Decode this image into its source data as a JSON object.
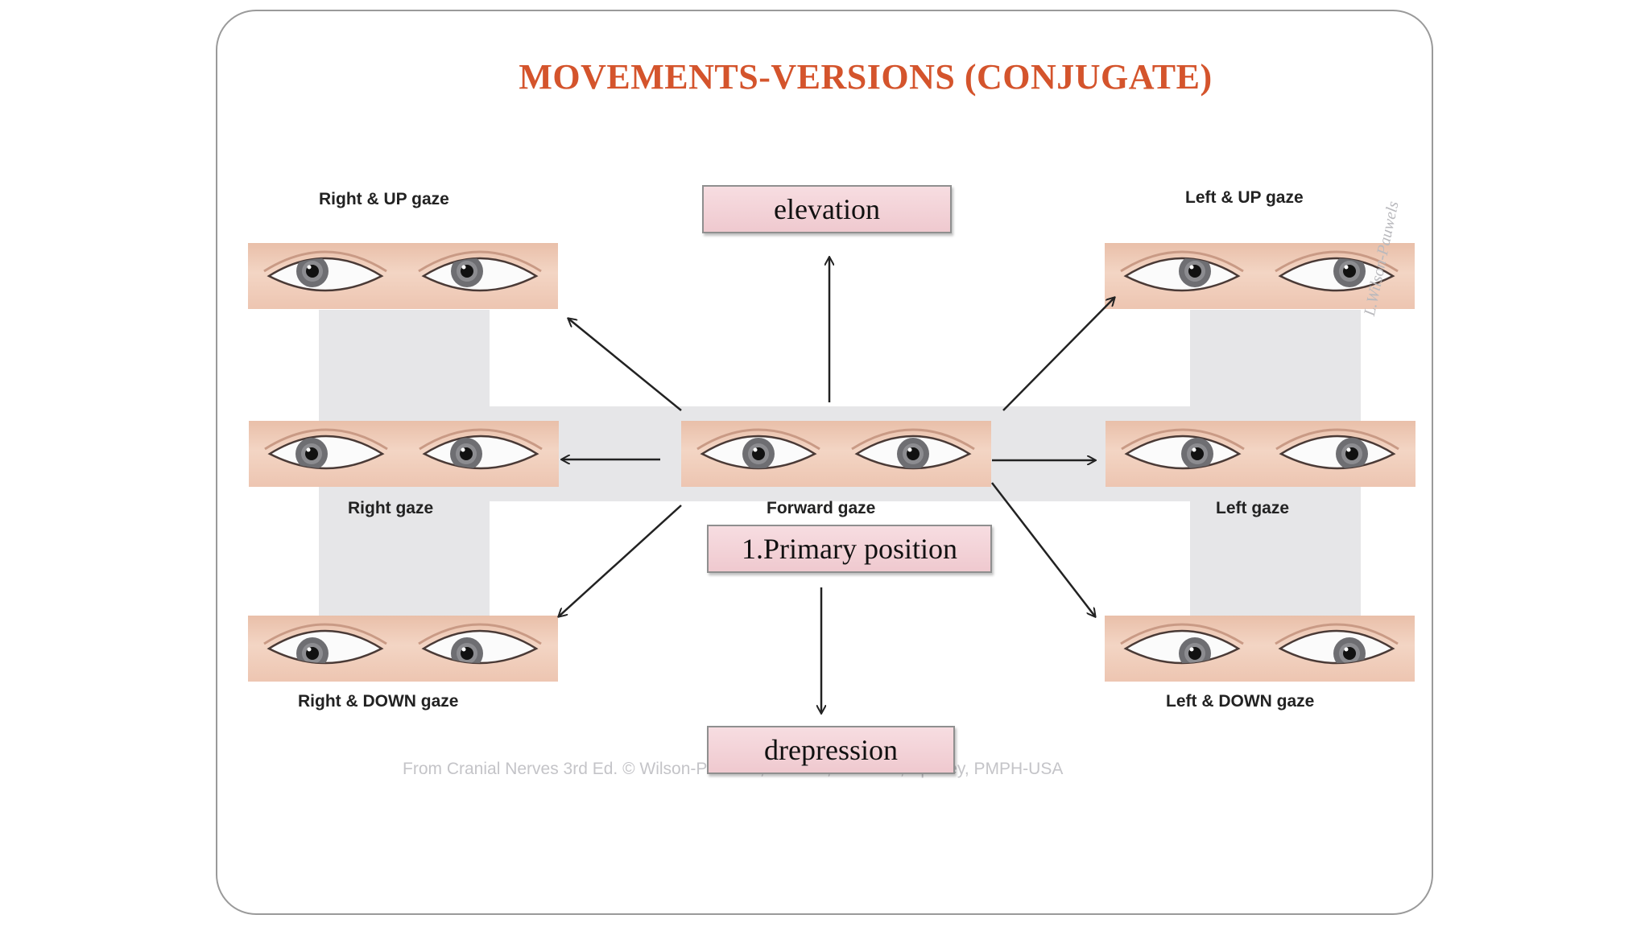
{
  "title": "MOVEMENTS-VERSIONS (CONJUGATE)",
  "labels": {
    "right_up": "Right & UP gaze",
    "left_up": "Left & UP gaze",
    "right": "Right gaze",
    "forward": "Forward gaze",
    "left": "Left gaze",
    "right_down": "Right & DOWN gaze",
    "left_down": "Left & DOWN gaze"
  },
  "tags": {
    "elevation": "elevation",
    "primary": "1.Primary position",
    "depression": "drepression"
  },
  "credit": "From Cranial Nerves 3rd Ed. ©   Wilson-Pauwels, Stewart, Akesson, Spacey, PMPH-USA",
  "signature": "L.Wilson-Pauwels",
  "colors": {
    "title": "#d4542c",
    "tag_fill": "#f3d3d8",
    "iris": "#6e6e72"
  }
}
